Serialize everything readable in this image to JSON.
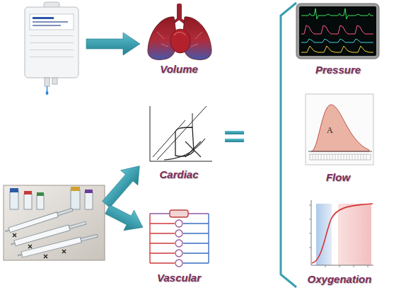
{
  "diagram": {
    "nodes": [
      {
        "text": [
          "Volume"
        ]
      },
      {
        "text": [
          "Cardiac"
        ]
      },
      {
        "text": [
          "Vascular"
        ]
      },
      {
        "text": [
          "Pressure"
        ]
      },
      {
        "text": [
          "Flow"
        ]
      },
      {
        "text": [
          "Oxygenation"
        ]
      }
    ],
    "labels": [
      "A"
    ]
  }
}
